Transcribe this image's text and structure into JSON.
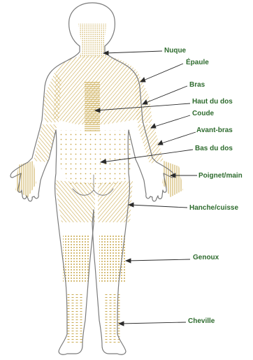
{
  "colors": {
    "outline": "#7a7a7a",
    "pattern": "#c9a94f",
    "label": "#2e6b2e",
    "arrow": "#2b2b2b",
    "background": "#ffffff"
  },
  "labels": {
    "nuque": "Nuque",
    "epaule": "Épaule",
    "bras": "Bras",
    "haut_du_dos": "Haut du dos",
    "coude": "Coude",
    "avant_bras": "Avant-bras",
    "bas_du_dos": "Bas du dos",
    "poignet_main": "Poignet/main",
    "hanche_cuisse": "Hanche/cuisse",
    "genoux": "Genoux",
    "cheville": "Cheville"
  }
}
